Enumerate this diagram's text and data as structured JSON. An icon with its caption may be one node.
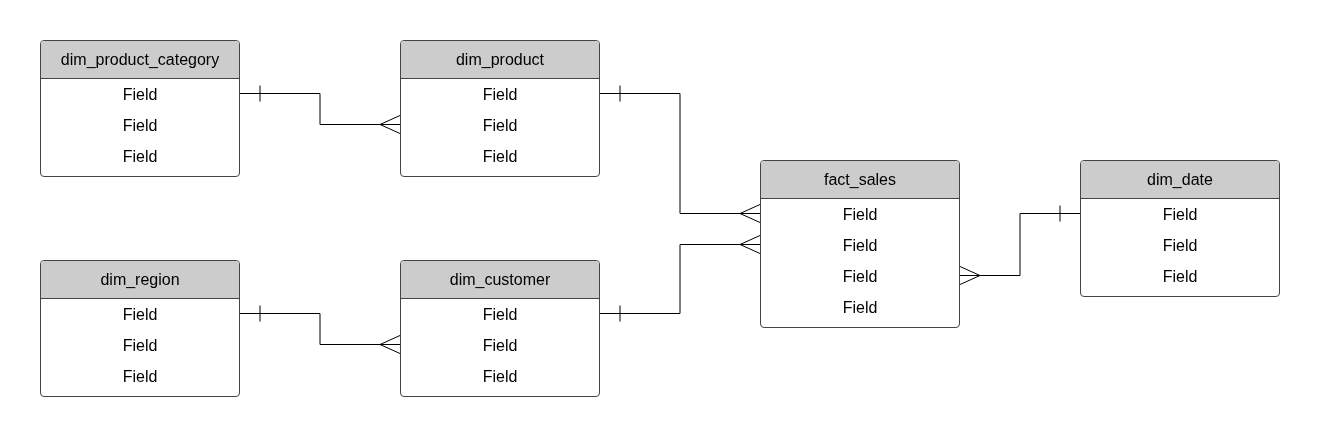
{
  "diagram": {
    "nodes": [
      {
        "text": [
          "dim_product_category",
          "Field",
          "Field",
          "Field"
        ]
      },
      {
        "text": [
          "dim_product",
          "Field",
          "Field",
          "Field"
        ]
      },
      {
        "text": [
          "fact_sales",
          "Field",
          "Field",
          "Field",
          "Field"
        ]
      },
      {
        "text": [
          "dim_date",
          "Field",
          "Field",
          "Field"
        ]
      },
      {
        "text": [
          "dim_region",
          "Field",
          "Field",
          "Field"
        ]
      },
      {
        "text": [
          "dim_customer",
          "Field",
          "Field",
          "Field"
        ]
      }
    ],
    "edges": [
      {
        "from": 0,
        "to": 1,
        "arrow": "other"
      },
      {
        "from": 1,
        "to": 2,
        "arrow": "other"
      },
      {
        "from": 5,
        "to": 2,
        "arrow": "other"
      },
      {
        "from": 4,
        "to": 5,
        "arrow": "other"
      },
      {
        "from": 3,
        "to": 2,
        "arrow": "other"
      }
    ]
  }
}
